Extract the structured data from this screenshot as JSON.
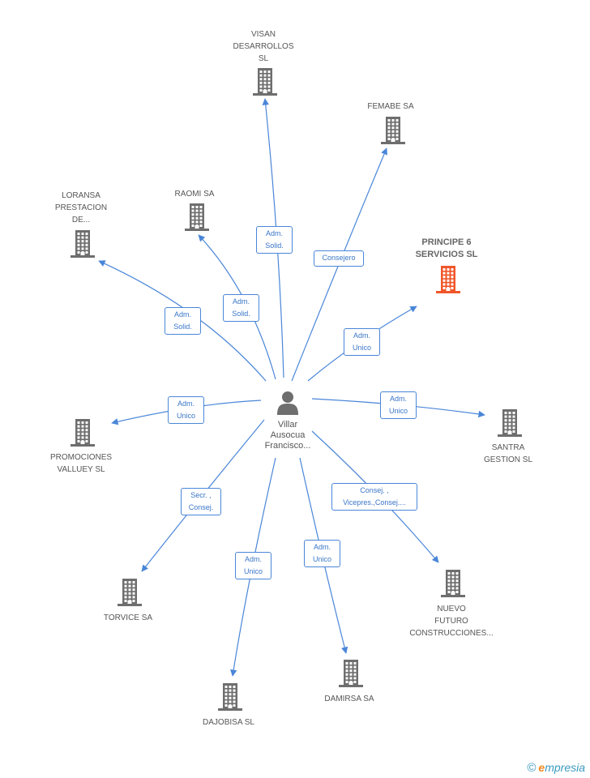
{
  "center": {
    "name_lines": [
      "Villar",
      "Ausocua",
      "Francisco..."
    ],
    "icon": "person-icon"
  },
  "companies": [
    {
      "id": "visan",
      "lines": [
        "VISAN",
        "DESARROLLOS",
        "SL"
      ],
      "highlight": false
    },
    {
      "id": "femabe",
      "lines": [
        "FEMABE SA"
      ],
      "highlight": false
    },
    {
      "id": "raomi",
      "lines": [
        "RAOMI SA"
      ],
      "highlight": false
    },
    {
      "id": "loransa",
      "lines": [
        "LORANSA",
        "PRESTACION",
        "DE..."
      ],
      "highlight": false
    },
    {
      "id": "principe",
      "lines": [
        "PRINCIPE 6",
        "SERVICIOS SL"
      ],
      "highlight": true
    },
    {
      "id": "promociones",
      "lines": [
        "PROMOCIONES",
        "VALLUEY SL"
      ],
      "highlight": false
    },
    {
      "id": "santra",
      "lines": [
        "SANTRA",
        "GESTION SL"
      ],
      "highlight": false
    },
    {
      "id": "torvice",
      "lines": [
        "TORVICE SA"
      ],
      "highlight": false
    },
    {
      "id": "nuevo",
      "lines": [
        "NUEVO",
        "FUTURO",
        "CONSTRUCCIONES..."
      ],
      "highlight": false
    },
    {
      "id": "dajobisa",
      "lines": [
        "DAJOBISA SL"
      ],
      "highlight": false
    },
    {
      "id": "damirsa",
      "lines": [
        "DAMIRSA SA"
      ],
      "highlight": false
    }
  ],
  "relations": [
    {
      "to": "visan",
      "lines": [
        "Adm.",
        "Solid."
      ]
    },
    {
      "to": "femabe",
      "lines": [
        "Consejero"
      ]
    },
    {
      "to": "raomi",
      "lines": [
        "Adm.",
        "Solid."
      ]
    },
    {
      "to": "loransa",
      "lines": [
        "Adm.",
        "Solid."
      ]
    },
    {
      "to": "principe",
      "lines": [
        "Adm.",
        "Unico"
      ]
    },
    {
      "to": "promociones",
      "lines": [
        "Adm.",
        "Unico"
      ]
    },
    {
      "to": "santra",
      "lines": [
        "Adm.",
        "Unico"
      ]
    },
    {
      "to": "torvice",
      "lines": [
        "Secr. ,",
        "Consej."
      ]
    },
    {
      "to": "nuevo",
      "lines": [
        "Consej. ,",
        "Vicepres.,Consej...."
      ]
    },
    {
      "to": "dajobisa",
      "lines": [
        "Adm.",
        "Unico"
      ]
    },
    {
      "to": "damirsa",
      "lines": [
        "Adm.",
        "Unico"
      ]
    }
  ],
  "colors": {
    "edge": "#4a86d8",
    "building": "#6e6e6e",
    "building_highlight": "#f0562a",
    "person": "#6e6e6e"
  },
  "footer": {
    "copyright_symbol": "©",
    "brand_initial": "e",
    "brand_rest": "mpresia"
  }
}
